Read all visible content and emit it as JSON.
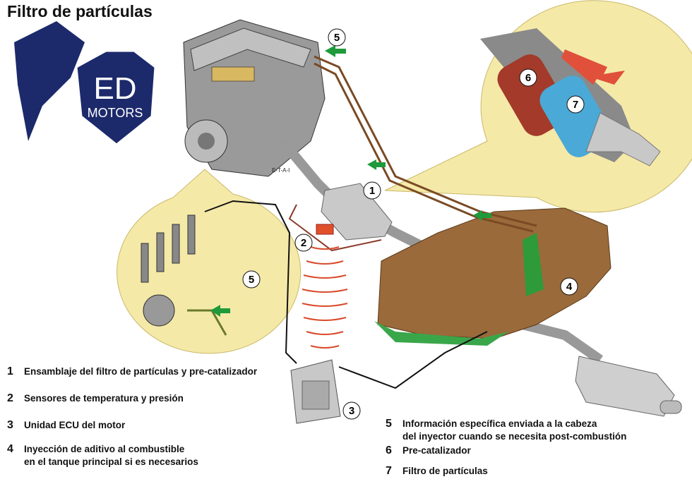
{
  "title": "Filtro de partículas",
  "logo": {
    "line1": "ED",
    "line2": "MOTORS"
  },
  "engine_label": "E-T-A-I",
  "callouts": [
    "1",
    "2",
    "3",
    "4",
    "5",
    "5",
    "6",
    "7"
  ],
  "legend": [
    {
      "num": "1",
      "text": "Ensamblaje del filtro de partículas y pre-catalizador"
    },
    {
      "num": "2",
      "text": "Sensores de temperatura y presión"
    },
    {
      "num": "3",
      "text": "Unidad ECU del motor"
    },
    {
      "num": "4",
      "text": "Inyección de aditivo al combustible",
      "text2": "en el tanque principal si es necesarios"
    },
    {
      "num": "5",
      "text": "Información específica enviada a la cabeza",
      "text2": "del inyector cuando se necesita post-combustión"
    },
    {
      "num": "6",
      "text": "Pre-catalizador"
    },
    {
      "num": "7",
      "text": "Filtro de partículas"
    }
  ],
  "colors": {
    "bubble": "#f5e9a8",
    "logo": "#1c2a6b",
    "tank": "#9a6a3a",
    "fuel_line": "#7a4a24",
    "arrow": "#1f9a3a",
    "sensor": "#e0502a"
  }
}
